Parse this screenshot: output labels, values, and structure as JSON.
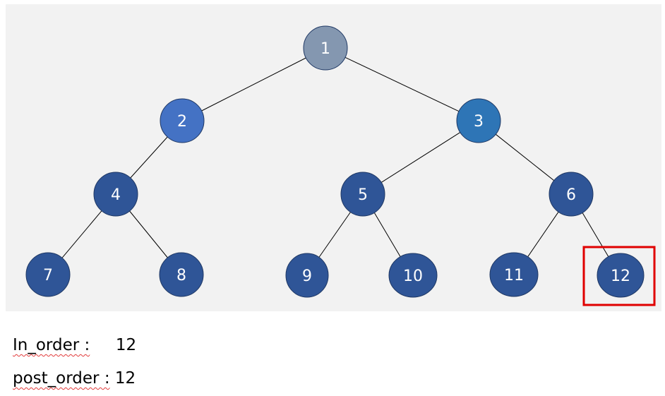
{
  "tree": {
    "nodes": [
      {
        "id": "1",
        "label": "1",
        "color": "#8497b0"
      },
      {
        "id": "2",
        "label": "2",
        "color": "#4472c4"
      },
      {
        "id": "3",
        "label": "3",
        "color": "#2e75b6"
      },
      {
        "id": "4",
        "label": "4",
        "color": "#2f5597"
      },
      {
        "id": "5",
        "label": "5",
        "color": "#2f5597"
      },
      {
        "id": "6",
        "label": "6",
        "color": "#2f5597"
      },
      {
        "id": "7",
        "label": "7",
        "color": "#2f5597"
      },
      {
        "id": "8",
        "label": "8",
        "color": "#2f5597"
      },
      {
        "id": "9",
        "label": "9",
        "color": "#2f5597"
      },
      {
        "id": "10",
        "label": "10",
        "color": "#2f5597"
      },
      {
        "id": "11",
        "label": "11",
        "color": "#2f5597"
      },
      {
        "id": "12",
        "label": "12",
        "color": "#2f5597"
      }
    ],
    "edges": [
      [
        "1",
        "2"
      ],
      [
        "1",
        "3"
      ],
      [
        "2",
        "4"
      ],
      [
        "3",
        "5"
      ],
      [
        "3",
        "6"
      ],
      [
        "4",
        "7"
      ],
      [
        "4",
        "8"
      ],
      [
        "5",
        "9"
      ],
      [
        "5",
        "10"
      ],
      [
        "6",
        "11"
      ],
      [
        "6",
        "12"
      ]
    ],
    "highlighted_node": "12",
    "highlight_color": "#e00000"
  },
  "traversal": {
    "in_order_label": "In_order :",
    "in_order_value": "12",
    "post_order_label": "post_order :",
    "post_order_value": "12"
  }
}
